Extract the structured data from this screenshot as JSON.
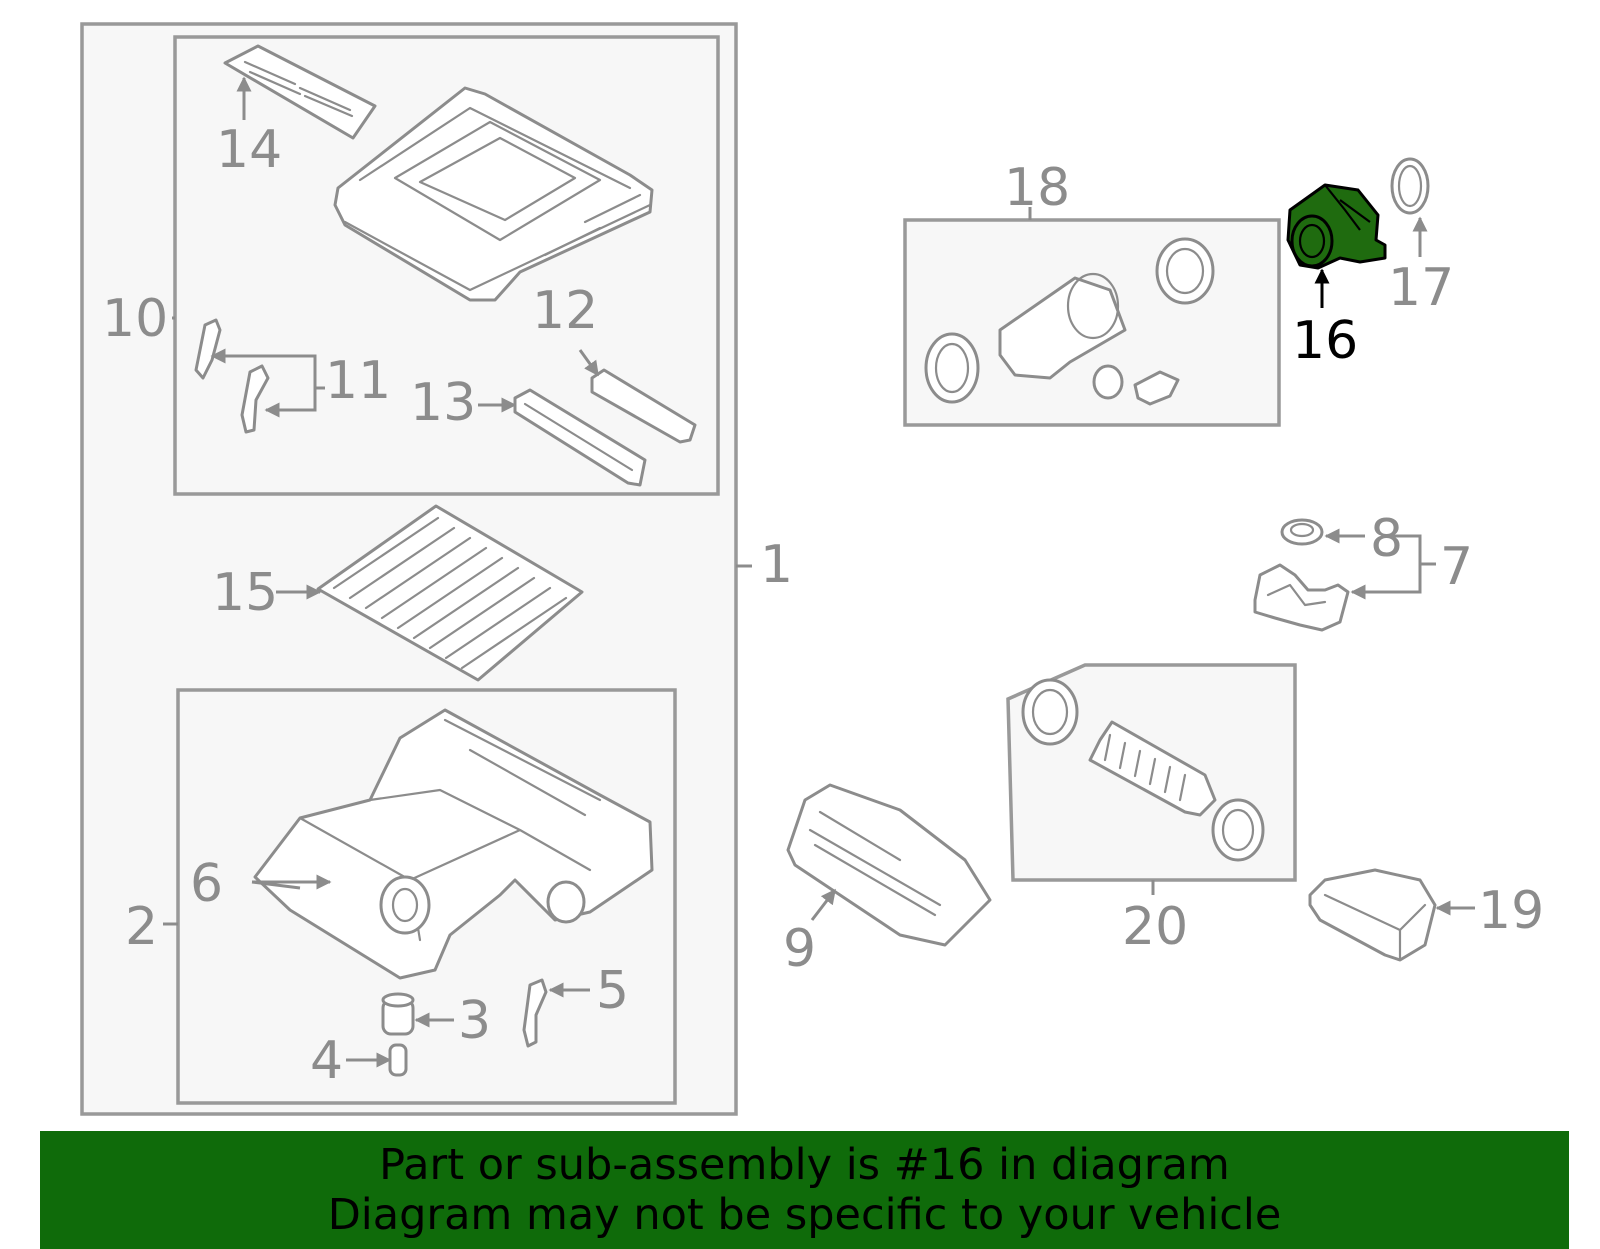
{
  "diagram": {
    "highlight_color": "#1f6b0f",
    "line_color": "#8c8c8c",
    "callouts": {
      "c1": "1",
      "c2": "2",
      "c3": "3",
      "c4": "4",
      "c5": "5",
      "c6": "6",
      "c7": "7",
      "c8": "8",
      "c9": "9",
      "c10": "10",
      "c11": "11",
      "c12": "12",
      "c13": "13",
      "c14": "14",
      "c15": "15",
      "c16": "16",
      "c17": "17",
      "c18": "18",
      "c19": "19",
      "c20": "20"
    },
    "highlighted_part": "16"
  },
  "banner": {
    "background": "#0f6b0a",
    "line1": "Part or sub-assembly is #16 in diagram",
    "line2": "Diagram may not be specific to your vehicle"
  }
}
